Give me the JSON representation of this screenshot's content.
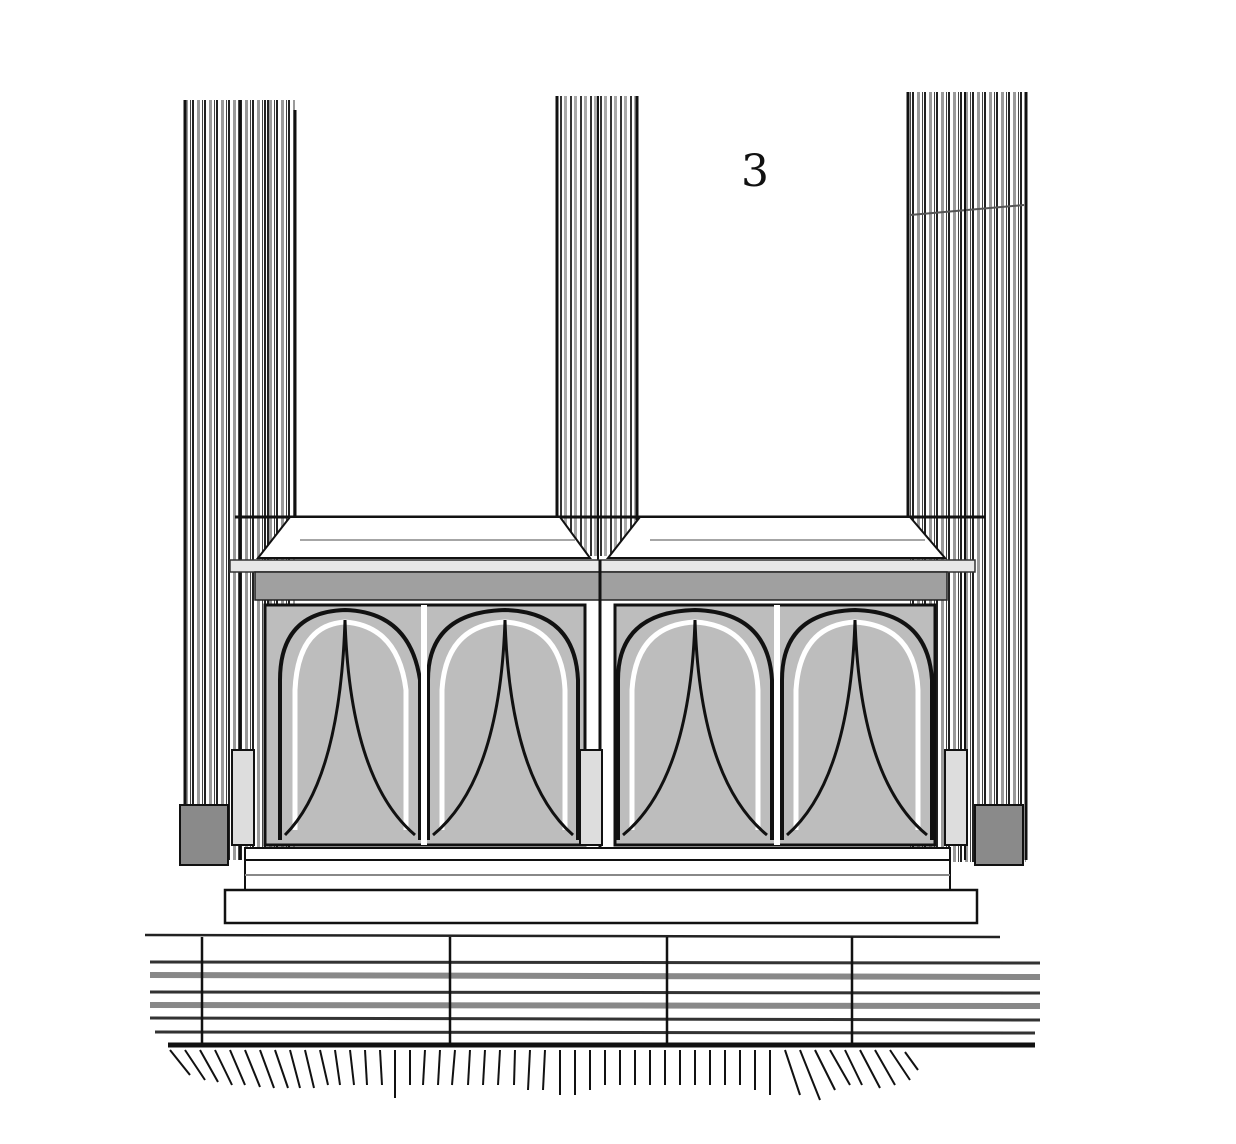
{
  "figure": {
    "plate_label": "3",
    "subject": "Gothic window base with traceried panels",
    "colors": {
      "ink": "#1a1a1a",
      "mid_gray": "#8a8a8a",
      "light_gray": "#c8c8c8",
      "paper": "#ffffff"
    }
  },
  "elements": {
    "shafts": [
      "left-shaft",
      "center-mullion",
      "right-shaft"
    ],
    "sill_bays": [
      "left-bay",
      "right-bay"
    ],
    "tracery_panels": [
      "panel-1",
      "panel-2",
      "panel-3",
      "panel-4"
    ],
    "plinth_blocks": 4,
    "ground_hatching": true
  }
}
